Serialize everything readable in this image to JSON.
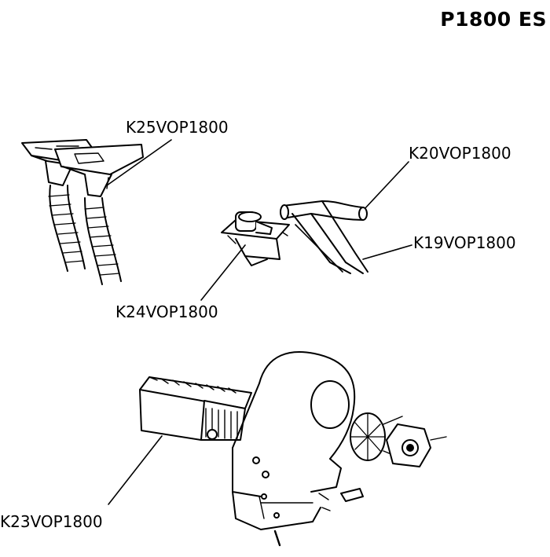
{
  "title": "P1800 ES",
  "parts": [
    {
      "code": "K25VOP1800"
    },
    {
      "code": "K20VOP1800"
    },
    {
      "code": "K19VOP1800"
    },
    {
      "code": "K24VOP1800"
    },
    {
      "code": "K23VOP1800"
    }
  ]
}
